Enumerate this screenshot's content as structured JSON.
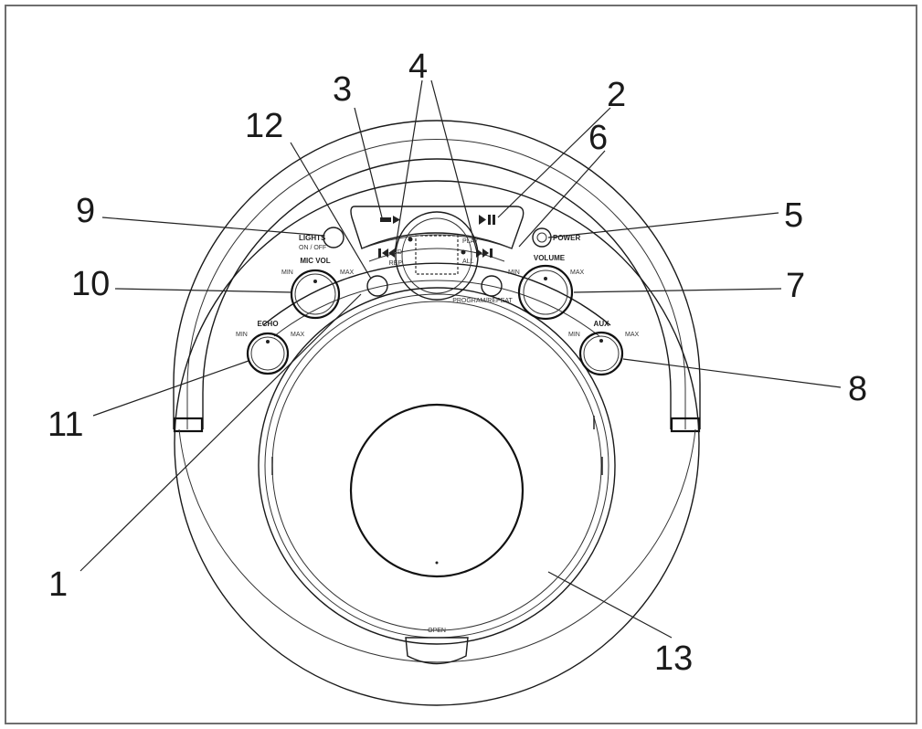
{
  "callouts": [
    "1",
    "2",
    "3",
    "4",
    "5",
    "6",
    "7",
    "8",
    "9",
    "10",
    "11",
    "12",
    "13"
  ],
  "panel_labels": {
    "lights": "LIGHTS",
    "lights_sub": "ON / OFF",
    "mic": "MIC VOL",
    "echo": "ECHO",
    "volume": "VOLUME",
    "aux": "AUX",
    "power": "POWER",
    "program": "PROGRAM/REPEAT",
    "open": "OPEN",
    "display_play": "PLAY",
    "display_rep": "REP",
    "display_cd": "CD",
    "display_all": "ALL",
    "min_label": "MIN",
    "max_label": "MAX"
  }
}
